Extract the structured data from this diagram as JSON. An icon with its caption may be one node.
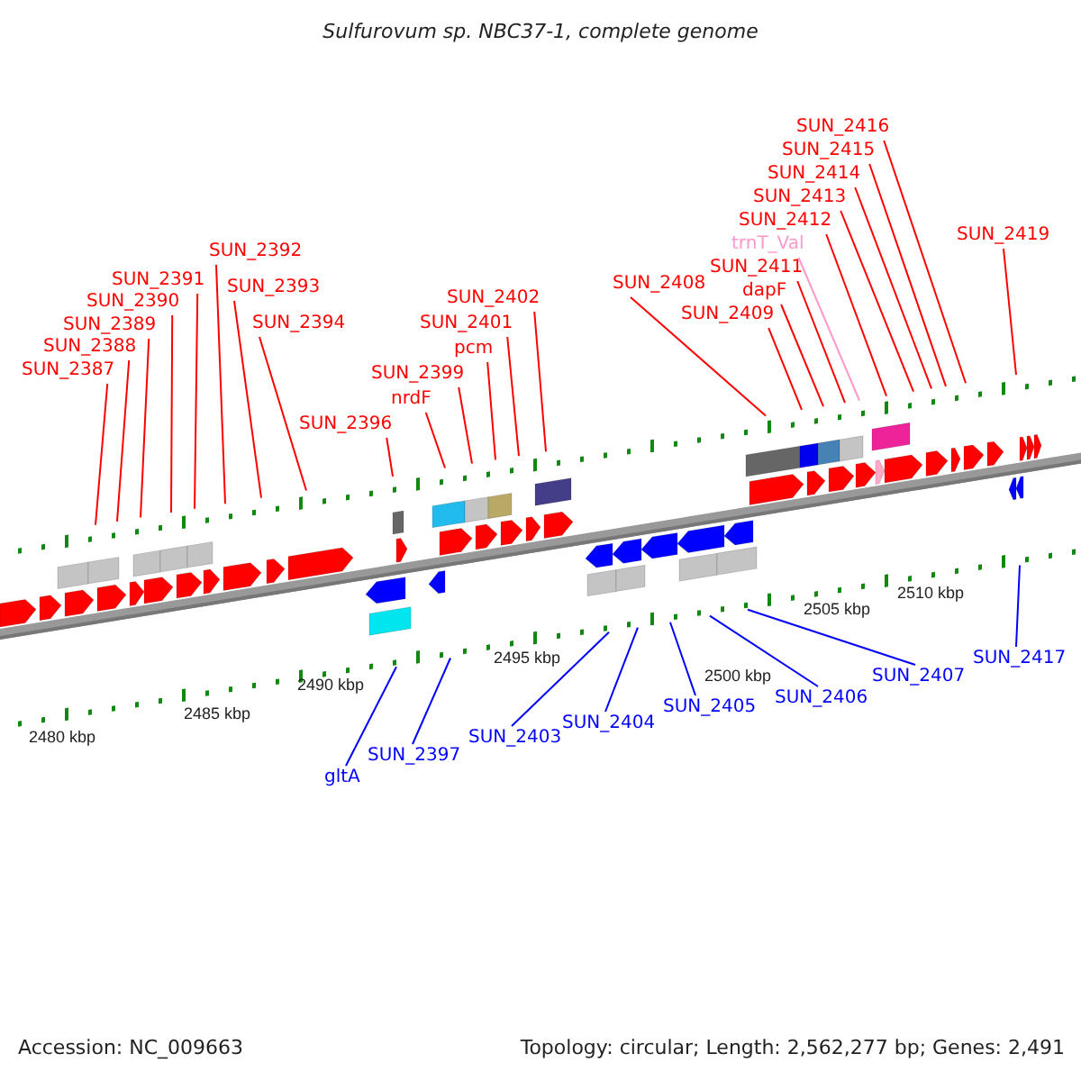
{
  "diagram": {
    "title": "Sulfurovum sp. NBC37-1, complete genome",
    "nodes": [
      {
        "text": [
          "SUN_2387"
        ]
      },
      {
        "text": [
          "SUN_2388"
        ]
      },
      {
        "text": [
          "SUN_2389"
        ]
      },
      {
        "text": [
          "SUN_2390"
        ]
      },
      {
        "text": [
          "SUN_2391"
        ]
      },
      {
        "text": [
          "SUN_2392"
        ]
      },
      {
        "text": [
          "SUN_2393"
        ]
      },
      {
        "text": [
          "SUN_2394"
        ]
      },
      {
        "text": [
          "SUN_2396"
        ]
      },
      {
        "text": [
          "nrdF"
        ]
      },
      {
        "text": [
          "SUN_2399"
        ]
      },
      {
        "text": [
          "pcm"
        ]
      },
      {
        "text": [
          "SUN_2401"
        ]
      },
      {
        "text": [
          "SUN_2402"
        ]
      },
      {
        "text": [
          "SUN_2408"
        ]
      },
      {
        "text": [
          "SUN_2409"
        ]
      },
      {
        "text": [
          "dapF"
        ]
      },
      {
        "text": [
          "SUN_2411"
        ]
      },
      {
        "text": [
          "trnT_Val"
        ]
      },
      {
        "text": [
          "SUN_2412"
        ]
      },
      {
        "text": [
          "SUN_2413"
        ]
      },
      {
        "text": [
          "SUN_2414"
        ]
      },
      {
        "text": [
          "SUN_2415"
        ]
      },
      {
        "text": [
          "SUN_2416"
        ]
      },
      {
        "text": [
          "SUN_2419"
        ]
      },
      {
        "text": [
          "gltA"
        ]
      },
      {
        "text": [
          "SUN_2397"
        ]
      },
      {
        "text": [
          "SUN_2403"
        ]
      },
      {
        "text": [
          "SUN_2404"
        ]
      },
      {
        "text": [
          "SUN_2405"
        ]
      },
      {
        "text": [
          "SUN_2406"
        ]
      },
      {
        "text": [
          "SUN_2407"
        ]
      },
      {
        "text": [
          "SUN_2417"
        ]
      }
    ],
    "edges": [
      {
        "from": 0,
        "to": null,
        "arrow": "none"
      },
      {
        "from": 1,
        "to": null,
        "arrow": "none"
      },
      {
        "from": 2,
        "to": null,
        "arrow": "none"
      },
      {
        "from": 3,
        "to": null,
        "arrow": "none"
      },
      {
        "from": 4,
        "to": null,
        "arrow": "none"
      },
      {
        "from": 5,
        "to": null,
        "arrow": "none"
      },
      {
        "from": 6,
        "to": null,
        "arrow": "none"
      },
      {
        "from": 7,
        "to": null,
        "arrow": "none"
      },
      {
        "from": 8,
        "to": null,
        "arrow": "none"
      },
      {
        "from": 9,
        "to": null,
        "arrow": "none"
      },
      {
        "from": 10,
        "to": null,
        "arrow": "none"
      },
      {
        "from": 11,
        "to": null,
        "arrow": "none"
      },
      {
        "from": 12,
        "to": null,
        "arrow": "none"
      },
      {
        "from": 13,
        "to": null,
        "arrow": "none"
      },
      {
        "from": 14,
        "to": null,
        "arrow": "none"
      },
      {
        "from": 15,
        "to": null,
        "arrow": "none"
      },
      {
        "from": 16,
        "to": null,
        "arrow": "none"
      },
      {
        "from": 17,
        "to": null,
        "arrow": "none"
      },
      {
        "from": 18,
        "to": null,
        "arrow": "none",
        "color": "#ff99cc"
      },
      {
        "from": 19,
        "to": null,
        "arrow": "none"
      },
      {
        "from": 20,
        "to": null,
        "arrow": "none"
      },
      {
        "from": 21,
        "to": null,
        "arrow": "none"
      },
      {
        "from": 22,
        "to": null,
        "arrow": "none"
      },
      {
        "from": 23,
        "to": null,
        "arrow": "none"
      },
      {
        "from": 24,
        "to": null,
        "arrow": "none"
      },
      {
        "from": 25,
        "to": null,
        "arrow": "none",
        "color": "#0000ff"
      },
      {
        "from": 26,
        "to": null,
        "arrow": "none",
        "color": "#0000ff"
      },
      {
        "from": 27,
        "to": null,
        "arrow": "none",
        "color": "#0000ff"
      },
      {
        "from": 28,
        "to": null,
        "arrow": "none",
        "color": "#0000ff"
      },
      {
        "from": 29,
        "to": null,
        "arrow": "none",
        "color": "#0000ff"
      },
      {
        "from": 30,
        "to": null,
        "arrow": "none",
        "color": "#0000ff"
      },
      {
        "from": 31,
        "to": null,
        "arrow": "none",
        "color": "#0000ff"
      },
      {
        "from": 32,
        "to": null,
        "arrow": "none",
        "color": "#0000ff"
      }
    ],
    "labels": [
      "2480 kbp",
      "2485 kbp",
      "2490 kbp",
      "2495 kbp",
      "2500 kbp",
      "2505 kbp",
      "2510 kbp",
      "Accession: NC_009663",
      "Topology: circular; Length: 2,562,277 bp; Genes: 2,491"
    ]
  }
}
